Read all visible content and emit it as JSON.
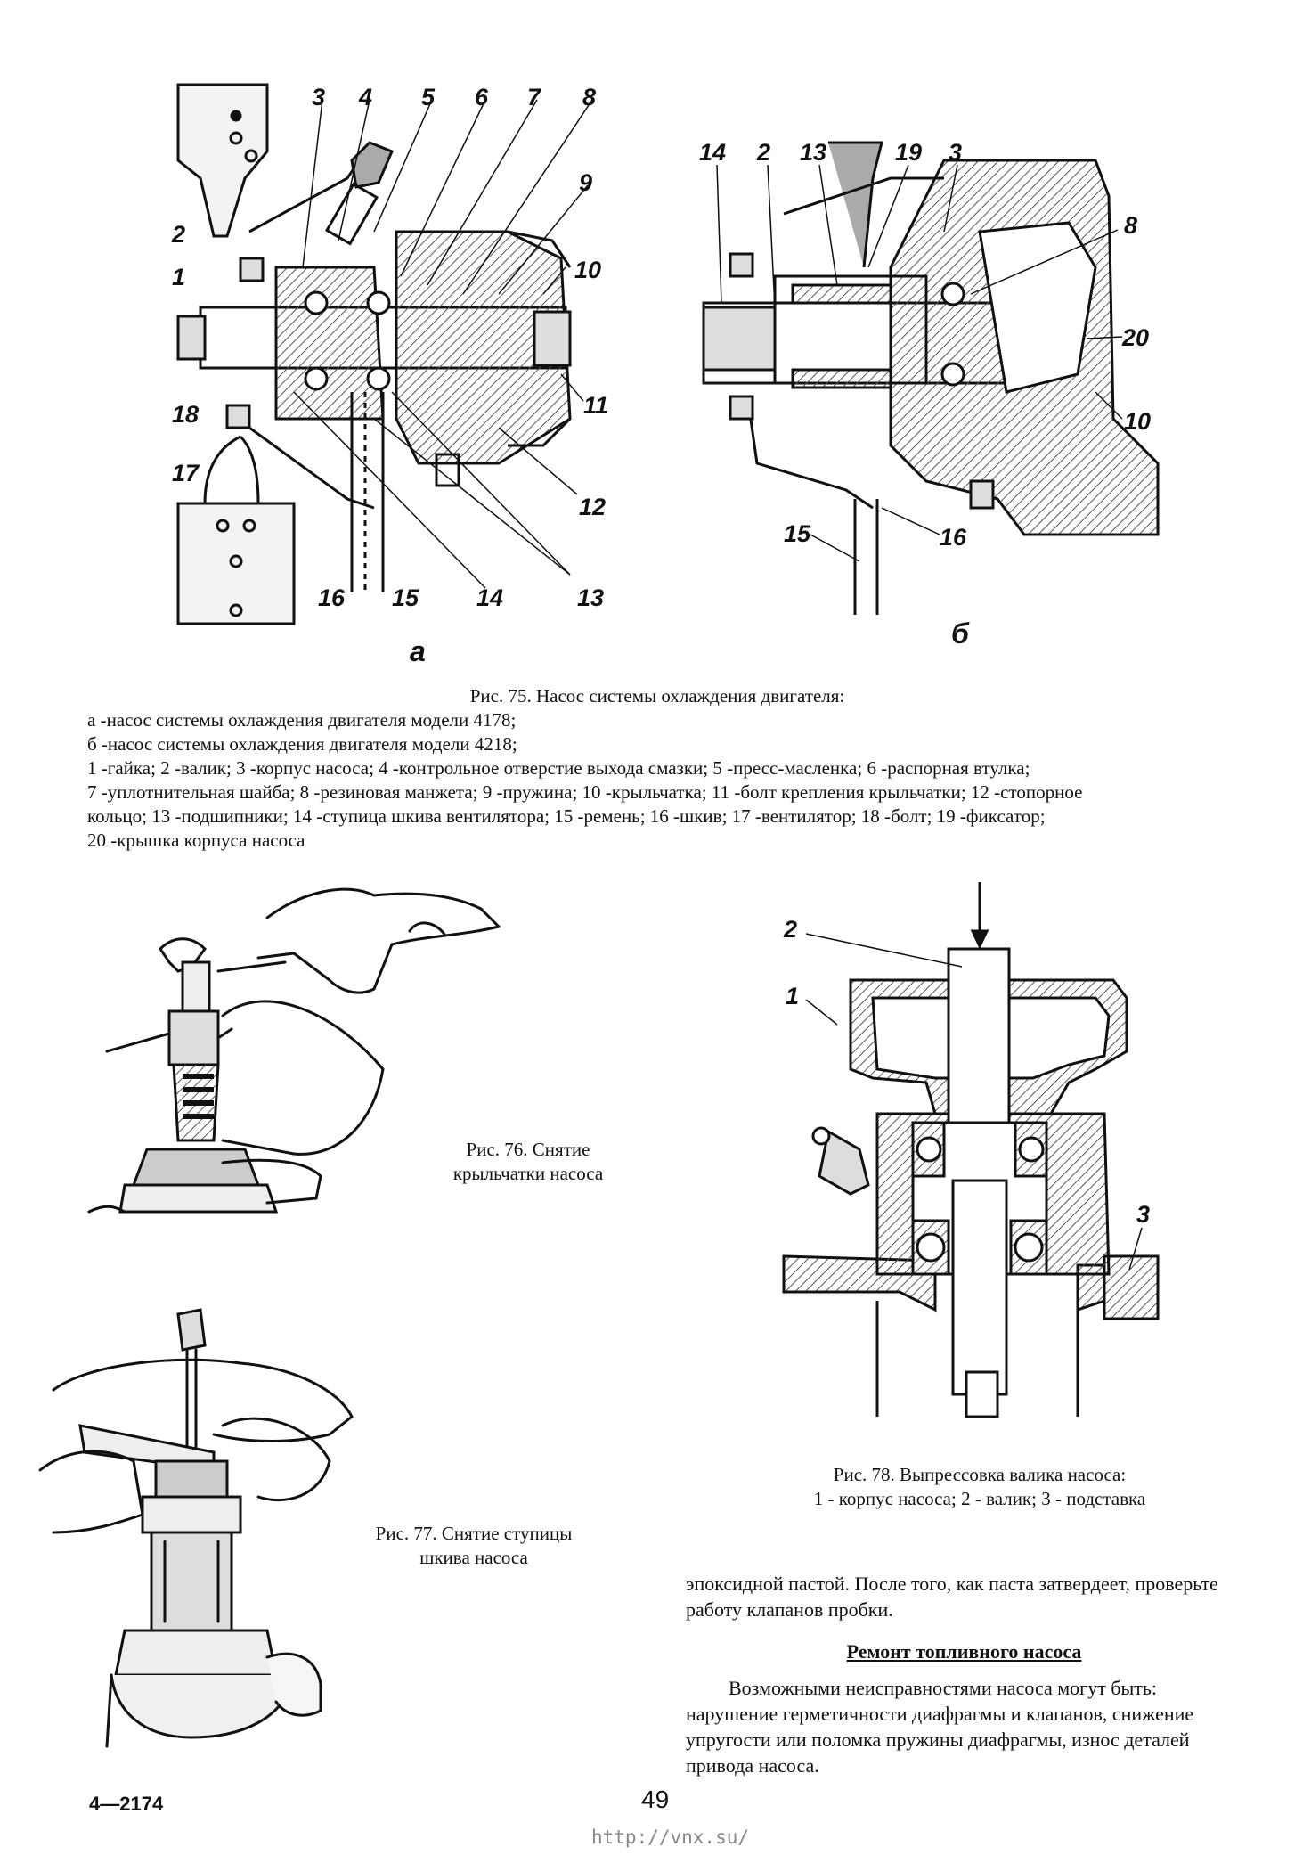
{
  "fig75": {
    "labels_a": [
      "1",
      "2",
      "3",
      "4",
      "5",
      "6",
      "7",
      "8",
      "9",
      "10",
      "11",
      "12",
      "13",
      "14",
      "15",
      "16",
      "17",
      "18"
    ],
    "labels_b": [
      "14",
      "2",
      "13",
      "19",
      "3",
      "8",
      "20",
      "10",
      "16",
      "15"
    ],
    "sub_a": "а",
    "sub_b": "б",
    "caption_title": "Рис. 75. Насос системы охлаждения двигателя:",
    "caption_lines": [
      "а -насос системы охлаждения двигателя модели 4178;",
      "б -насос системы охлаждения двигателя модели 4218;",
      "1 -гайка; 2 -валик; 3 -корпус насоса; 4 -контрольное отверстие выхода смазки; 5 -пресс-масленка; 6 -распорная втулка;",
      "7 -уплотнительная шайба; 8 -резиновая манжета; 9 -пружина; 10 -крыльчатка; 11 -болт крепления крыльчатки; 12 -стопорное",
      "кольцо; 13 -подшипники; 14 -ступица шкива вентилятора; 15 -ремень; 16 -шкив; 17 -вентилятор; 18 -болт; 19 -фиксатор;",
      "20 -крышка корпуса насоса"
    ]
  },
  "fig76": {
    "caption_1": "Рис. 76. Снятие",
    "caption_2": "крыльчатки насоса"
  },
  "fig77": {
    "caption_1": "Рис. 77. Снятие ступицы",
    "caption_2": "шкива насоса"
  },
  "fig78": {
    "labels": [
      "1",
      "2",
      "3"
    ],
    "caption_1": "Рис. 78. Выпрессовка валика насоса:",
    "caption_2": "1 - корпус насоса; 2 - валик; 3 - подставка"
  },
  "text": {
    "continued": "эпоксидной пастой. После того, как паста затвердеет, проверьте работу клапанов пробки.",
    "heading": "Ремонт топливного насоса",
    "paragraph": "Возможными неисправностями насоса могут быть: нарушение герметичности диафрагмы и клапанов, снижение упругости или поломка пружины диафрагмы, износ деталей привода насоса."
  },
  "footer": {
    "code": "4—2174",
    "page": "49",
    "url": "http://vnx.su/"
  }
}
